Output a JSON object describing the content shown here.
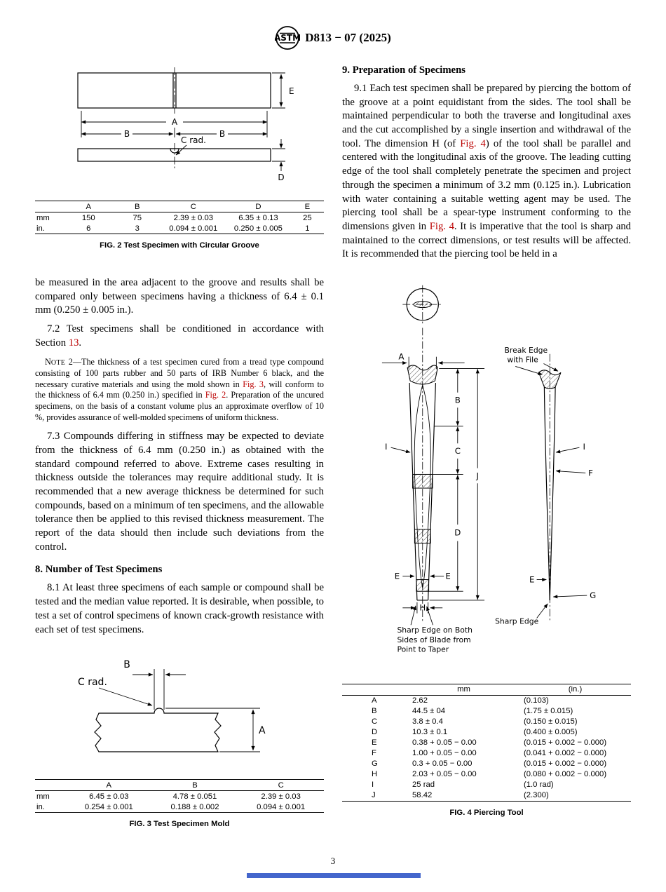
{
  "colors": {
    "ref_color": "#bb0000",
    "footer_bar_color": "#4466cc"
  },
  "header": {
    "logo_text": "ASTM",
    "standard_id": "D813 − 07 (2025)"
  },
  "footer": {
    "page_number": "3"
  },
  "sections": {
    "p_7_1_cont": [
      {
        "t": "be measured in the area adjacent to the groove and results shall be compared only between specimens having a thickness of 6.4 ± 0.1 mm (0.250 ± 0.005 in.)."
      }
    ],
    "p_7_2": [
      {
        "t": "7.2 Test specimens shall be conditioned in accordance with Section "
      },
      {
        "t": "13",
        "c": "ref"
      },
      {
        "t": "."
      }
    ],
    "note_2": [
      {
        "t": "N"
      },
      {
        "t": "OTE",
        "c": "sc"
      },
      {
        "t": " 2—The thickness of a test specimen cured from a tread type compound consisting of 100 parts rubber and 50 parts of IRB Number 6 black, and the necessary curative materials and using the mold shown in "
      },
      {
        "t": "Fig. 3",
        "c": "ref"
      },
      {
        "t": ", will conform to the thickness of 6.4 mm (0.250 in.) specified in "
      },
      {
        "t": "Fig. 2",
        "c": "ref"
      },
      {
        "t": ". Preparation of the uncured specimens, on the basis of a constant volume plus an approximate overflow of 10 %, provides assurance of well-molded specimens of uniform thickness."
      }
    ],
    "p_7_3": [
      {
        "t": "7.3 Compounds differing in stiffness may be expected to deviate from the thickness of 6.4 mm (0.250 in.) as obtained with the standard compound referred to above. Extreme cases resulting in thickness outside the tolerances may require additional study. It is recommended that a new average thickness be determined for such compounds, based on a minimum of ten specimens, and the allowable tolerance then be applied to this revised thickness measurement. The report of the data should then include such deviations from the control."
      }
    ],
    "h8": "8. Number of Test Specimens",
    "p_8_1": [
      {
        "t": "8.1 At least three specimens of each sample or compound shall be tested and the median value reported. It is desirable, when possible, to test a set of control specimens of known crack-growth resistance with each set of test specimens."
      }
    ],
    "h9": "9. Preparation of Specimens",
    "p_9_1": [
      {
        "t": "9.1 Each test specimen shall be prepared by piercing the bottom of the groove at a point equidistant from the sides. The tool shall be maintained perpendicular to both the traverse and longitudinal axes and the cut accomplished by a single insertion and withdrawal of the tool. The dimension H (of "
      },
      {
        "t": "Fig. 4",
        "c": "ref"
      },
      {
        "t": ") of the tool shall be parallel and centered with the longitudinal axis of the groove. The leading cutting edge of the tool shall completely penetrate the specimen and project through the specimen a minimum of 3.2 mm (0.125 in.). Lubrication with water containing a suitable wetting agent may be used. The piercing tool shall be a spear-type instrument conforming to the dimensions given in "
      },
      {
        "t": "Fig. 4",
        "c": "ref"
      },
      {
        "t": ". It is imperative that the tool is sharp and maintained to the correct dimensions, or test results will be affected. It is recommended that the piercing tool be held in a"
      }
    ]
  },
  "figures": {
    "fig2": {
      "caption": "FIG. 2 Test Specimen with Circular Groove",
      "labels": {
        "a": "A",
        "b": "B",
        "c_rad": "C rad.",
        "d": "D",
        "e": "E"
      },
      "table": {
        "headers": [
          "",
          "A",
          "B",
          "C",
          "D",
          "E"
        ],
        "rows": [
          [
            "mm",
            "150",
            "75",
            "2.39 ± 0.03",
            "6.35 ± 0.13",
            "25"
          ],
          [
            "in.",
            "6",
            "3",
            "0.094 ± 0.001",
            "0.250 ± 0.005",
            "1"
          ]
        ]
      }
    },
    "fig3": {
      "caption": "FIG. 3 Test Specimen Mold",
      "labels": {
        "a": "A",
        "b": "B",
        "c_rad": "C rad."
      },
      "table": {
        "headers": [
          "",
          "A",
          "B",
          "C"
        ],
        "rows": [
          [
            "mm",
            "6.45 ± 0.03",
            "4.78 ± 0.051",
            "2.39 ± 0.03"
          ],
          [
            "in.",
            "0.254 ± 0.001",
            "0.188 ± 0.002",
            "0.094 ± 0.001"
          ]
        ]
      }
    },
    "fig4": {
      "caption": "FIG. 4 Piercing Tool",
      "labels": {
        "a": "A",
        "b": "B",
        "c": "C",
        "d": "D",
        "e": "E",
        "f": "F",
        "g": "G",
        "h": "H",
        "i": "I",
        "j": "J"
      },
      "annotations": {
        "break_edge_1": "Break Edge",
        "break_edge_2": "with File",
        "sharp_edge": "Sharp Edge",
        "sharp_long_1": "Sharp Edge on Both",
        "sharp_long_2": "Sides of Blade from",
        "sharp_long_3": "Point to Taper"
      },
      "table": {
        "headers": [
          "",
          "mm",
          "(in.)"
        ],
        "rows": [
          [
            "A",
            "2.62",
            "(0.103)"
          ],
          [
            "B",
            "44.5 ± 04",
            "(1.75 ± 0.015)"
          ],
          [
            "C",
            "3.8 ± 0.4",
            "(0.150 ± 0.015)"
          ],
          [
            "D",
            "10.3 ± 0.1",
            "(0.400 ± 0.005)"
          ],
          [
            "E",
            "0.38 + 0.05 − 0.00",
            "(0.015 + 0.002 − 0.000)"
          ],
          [
            "F",
            "1.00 + 0.05 − 0.00",
            "(0.041 + 0.002 − 0.000)"
          ],
          [
            "G",
            "0.3 + 0.05 − 0.00",
            "(0.015 + 0.002 − 0.000)"
          ],
          [
            "H",
            "2.03 + 0.05 − 0.00",
            "(0.080 + 0.002 − 0.000)"
          ],
          [
            "I",
            "25 rad",
            "(1.0 rad)"
          ],
          [
            "J",
            "58.42",
            "(2.300)"
          ]
        ]
      }
    }
  }
}
